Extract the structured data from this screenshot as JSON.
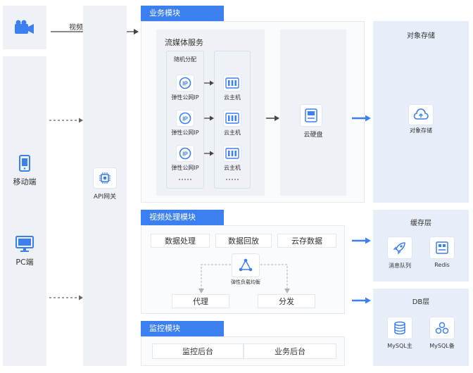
{
  "left": {
    "camera_icon": "video-camera-icon",
    "mobile_label": "移动端",
    "pc_label": "PC端"
  },
  "upload_label": "视频流上传",
  "api_gateway": {
    "label": "API网关"
  },
  "business_module": {
    "tab": "业务模块",
    "streaming_title": "流媒体服务",
    "random_alloc": "随机分配",
    "eip_label": "弹性公网IP",
    "host_label": "云主机",
    "cloud_disk": "云硬盘"
  },
  "video_module": {
    "tab": "视频处理模块",
    "buttons": [
      "数据处理",
      "数据回放",
      "云存数据"
    ],
    "load_balancer": "弹性负载均衡",
    "bottom_buttons": [
      "代理",
      "分发"
    ]
  },
  "monitor_module": {
    "tab": "监控模块",
    "buttons": [
      "监控后台",
      "业务后台"
    ]
  },
  "object_storage": {
    "title": "对象存储",
    "item": "对象存储"
  },
  "cache_layer": {
    "title": "缓存层",
    "items": [
      "消息队列",
      "Redis"
    ]
  },
  "db_layer": {
    "title": "DB层",
    "items": [
      "MySQL主",
      "MySQL备"
    ]
  },
  "colors": {
    "accent": "#3b7ff0",
    "panel": "#eef1f6",
    "panel_blue": "#e8eef9"
  }
}
